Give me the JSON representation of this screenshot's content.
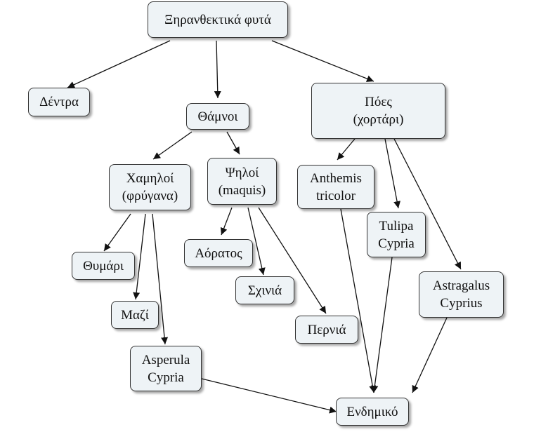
{
  "diagram": {
    "nodes": {
      "root": {
        "lines": [
          "Ξηρανθεκτικά φυτά"
        ]
      },
      "dentra": {
        "lines": [
          "Δέντρα"
        ]
      },
      "thamnoi": {
        "lines": [
          "Θάμνοι"
        ]
      },
      "poes": {
        "lines": [
          "Πόες",
          "(χορτάρι)"
        ]
      },
      "xamiloi": {
        "lines": [
          "Χαμηλοί",
          "(φρύγανα)"
        ]
      },
      "psiloi": {
        "lines": [
          "Ψηλοί",
          "(maquis)"
        ]
      },
      "anthemis": {
        "lines": [
          "Anthemis",
          "tricolor"
        ]
      },
      "tulipa": {
        "lines": [
          "Tulipa",
          "Cypria"
        ]
      },
      "thymari": {
        "lines": [
          "Θυμάρι"
        ]
      },
      "aoratos": {
        "lines": [
          "Αόρατος"
        ]
      },
      "schinia": {
        "lines": [
          "Σχινιά"
        ]
      },
      "mazi": {
        "lines": [
          "Μαζί"
        ]
      },
      "pernia": {
        "lines": [
          "Περνιά"
        ]
      },
      "astragalus": {
        "lines": [
          "Astragalus",
          "Cyprius"
        ]
      },
      "asperula": {
        "lines": [
          "Asperula",
          "Cypria"
        ]
      },
      "endimiko": {
        "lines": [
          "Ενδημικό"
        ]
      }
    },
    "edges": [
      [
        "root",
        "dentra"
      ],
      [
        "root",
        "thamnoi"
      ],
      [
        "root",
        "poes"
      ],
      [
        "thamnoi",
        "xamiloi"
      ],
      [
        "thamnoi",
        "psiloi"
      ],
      [
        "xamiloi",
        "thymari"
      ],
      [
        "xamiloi",
        "mazi"
      ],
      [
        "xamiloi",
        "asperula"
      ],
      [
        "psiloi",
        "aoratos"
      ],
      [
        "psiloi",
        "schinia"
      ],
      [
        "psiloi",
        "pernia"
      ],
      [
        "poes",
        "anthemis"
      ],
      [
        "poes",
        "tulipa"
      ],
      [
        "poes",
        "astragalus"
      ],
      [
        "anthemis",
        "endimiko"
      ],
      [
        "tulipa",
        "endimiko"
      ],
      [
        "astragalus",
        "endimiko"
      ],
      [
        "asperula",
        "endimiko"
      ]
    ]
  }
}
